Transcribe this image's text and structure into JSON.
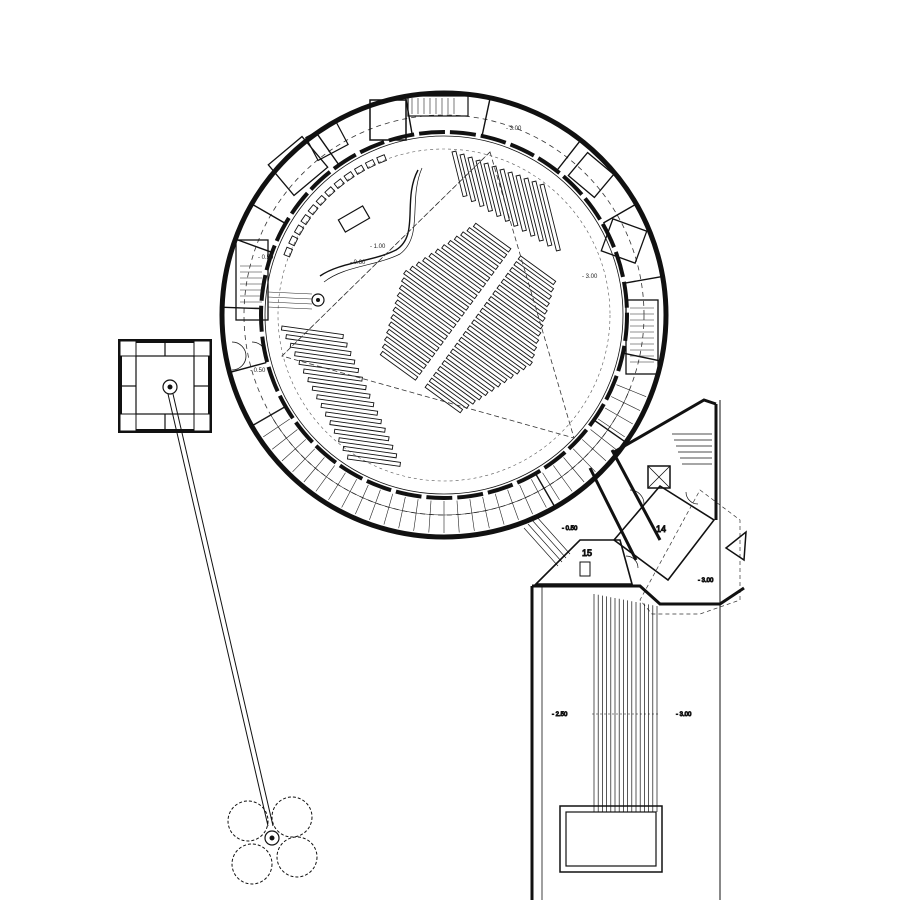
{
  "labels": {
    "level_300_top": "- 3.00",
    "level_100": "- 1.00",
    "level_060": "- 0.60",
    "level_300_right": "- 3.00",
    "level_300_lower": "- 3.00",
    "level_050_left": "- 0.50",
    "level_050_ring": "- 0.50",
    "level_050_link": "- 0.50",
    "level_050_upper": "- 0.50",
    "level_300_lobby": "- 3.00",
    "level_250": "- 2.50",
    "level_300_ramp": "- 3.00",
    "room_14": "14",
    "room_15": "15"
  },
  "colors": {
    "ink": "#111111",
    "paper": "#ffffff"
  },
  "icons": {
    "column": "circle-column",
    "tree": "tree-canopy"
  }
}
